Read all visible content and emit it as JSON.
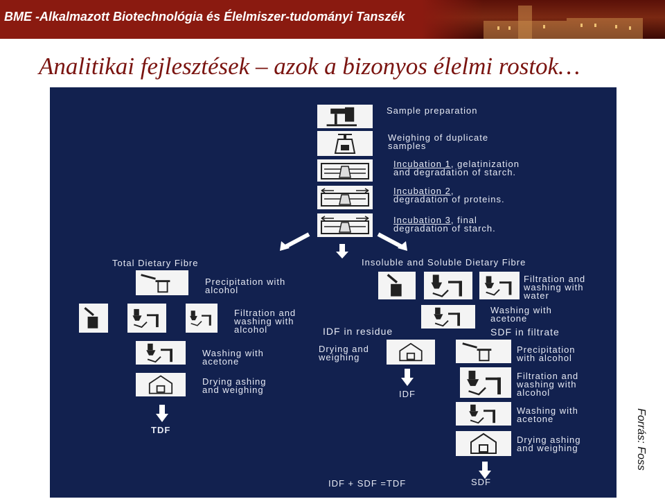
{
  "header": {
    "department": "BME -Alkalmazott Biotechnológia és Élelmiszer-tudományi Tanszék"
  },
  "slide": {
    "title": "Analitikai fejlesztések – azok a bizonyos élelmi rostok…"
  },
  "diagram": {
    "sample_preparation": "Sample preparation",
    "weighing": "Weighing of duplicate\nsamples",
    "incubation1_head": "Incubation 1",
    "incubation1_rest": ", gelatinization\nand degradation of starch.",
    "incubation2_head": "Incubation 2",
    "incubation2_rest": ",\ndegradation of proteins.",
    "incubation3_head": "Incubation 3",
    "incubation3_rest": ", final\ndegradation of starch.",
    "tdf_branch": {
      "heading": "Total Dietary Fibre",
      "precipitation": "Precipitation with\nalcohol",
      "filtration": "Filtration and\nwashing with\nalcohol",
      "washing": "Washing with\nacetone",
      "drying": "Drying ashing\nand weighing",
      "result": "TDF"
    },
    "isdf_branch": {
      "heading": "Insoluble and Soluble Dietary Fibre",
      "filtration_water": "Filtration and\nwashing with\nwater",
      "washing_acetone": "Washing with\nacetone",
      "idf_in_residue": "IDF in residue",
      "sdf_in_filtrate": "SDF in filtrate",
      "drying_weighing": "Drying and\nweighing",
      "idf_result": "IDF",
      "sdf_precipitation": "Precipitation\nwith alcohol",
      "sdf_filtration": "Filtration and\nwashing with\nalcohol",
      "sdf_washing": "Washing with\nacetone",
      "sdf_drying": "Drying ashing\nand weighing",
      "equation": "IDF + SDF =TDF",
      "sdf_result": "SDF"
    }
  },
  "source": "Forrás: Foss",
  "colors": {
    "header_bg": "#8a1a10",
    "title_text": "#7a1410",
    "panel_bg": "#12214f",
    "panel_text": "#e6e9f3"
  }
}
